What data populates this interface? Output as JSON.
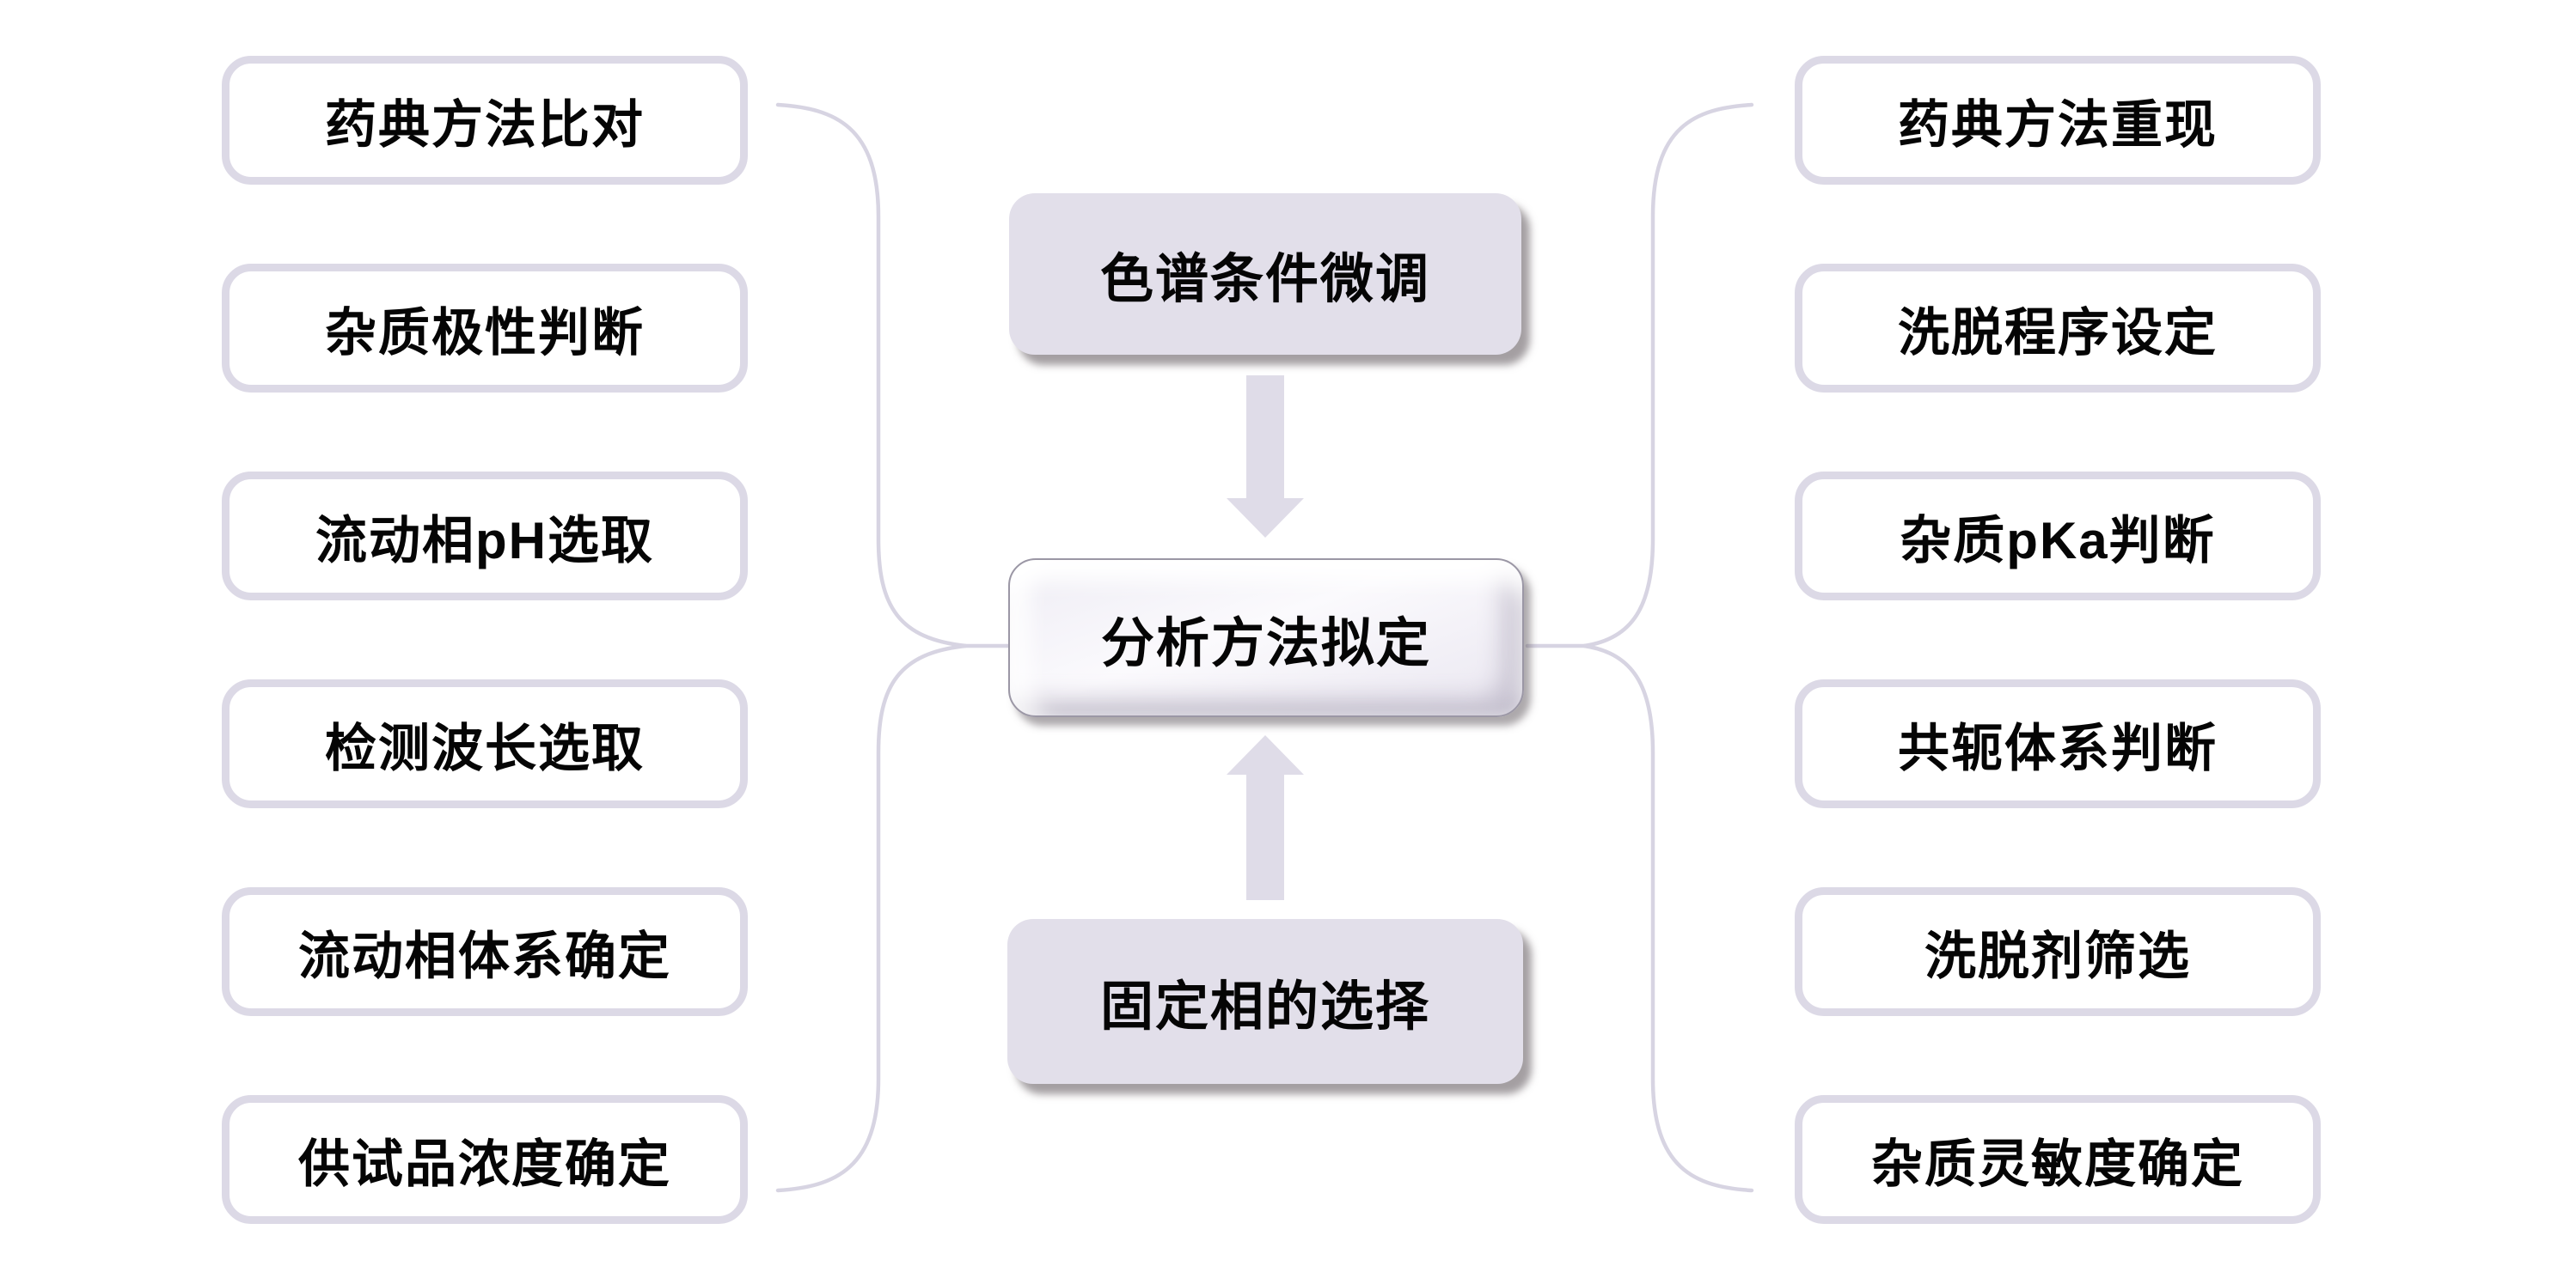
{
  "diagram": {
    "center_nodes": {
      "top": "色谱条件微调",
      "middle": "分析方法拟定",
      "bottom": "固定相的选择"
    },
    "left_branch": [
      "药典方法比对",
      "杂质极性判断",
      "流动相pH选取",
      "检测波长选取",
      "流动相体系确定",
      "供试品浓度确定"
    ],
    "right_branch": [
      "药典方法重现",
      "洗脱程序设定",
      "杂质pKa判断",
      "共轭体系判断",
      "洗脱剂筛选",
      "杂质灵敏度确定"
    ],
    "connectors": {
      "left_brace": "curly-brace-grouping-left-items",
      "right_brace": "curly-brace-grouping-right-items",
      "arrow_from_top": "down-arrow",
      "arrow_from_bottom": "up-arrow"
    },
    "colors": {
      "background": "#ffffff",
      "side_box_border": "#dcd9e6",
      "center_box_fill": "#e2dfea",
      "arrow": "#dfdce8",
      "brace": "#d7d4e2",
      "text": "#050505"
    }
  }
}
